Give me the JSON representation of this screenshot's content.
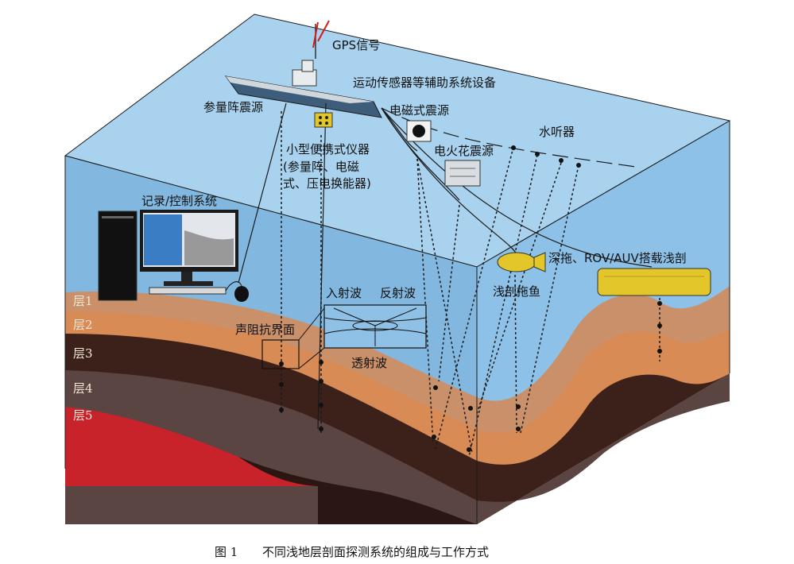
{
  "labels": {
    "gps": "GPS信号",
    "motion_sensor": "运动传感器等辅助系统设备",
    "array_source": "参量阵震源",
    "em_source": "电磁式震源",
    "hydrophone": "水听器",
    "sparker_source": "电火花震源",
    "portable_line1": "小型便携式仪器",
    "portable_line2": "(参量阵、电磁",
    "portable_line3": "式、压电换能器)",
    "record_control": "记录/控制系统",
    "deep_tow": "深拖、ROV/AUV搭载浅剖",
    "towfish": "浅剖拖鱼",
    "incident": "入射波",
    "reflected": "反射波",
    "transmitted": "透射波",
    "impedance": "声阻抗界面"
  },
  "layers": [
    "层1",
    "层2",
    "层3",
    "层4",
    "层5"
  ],
  "caption": {
    "figure_no": "图 1",
    "title": "不同浅地层剖面探测系统的组成与工作方式"
  },
  "colors": {
    "water_top": "#9cc9ea",
    "water_front": "#7fb4de",
    "water_side": "#8fc0e6",
    "layer1": "#c9906a",
    "layer2": "#d98b55",
    "layer3": "#3b2119",
    "layer4": "#5a4542",
    "layer5": "#c8222b",
    "accent_yellow": "#e2c62a"
  }
}
